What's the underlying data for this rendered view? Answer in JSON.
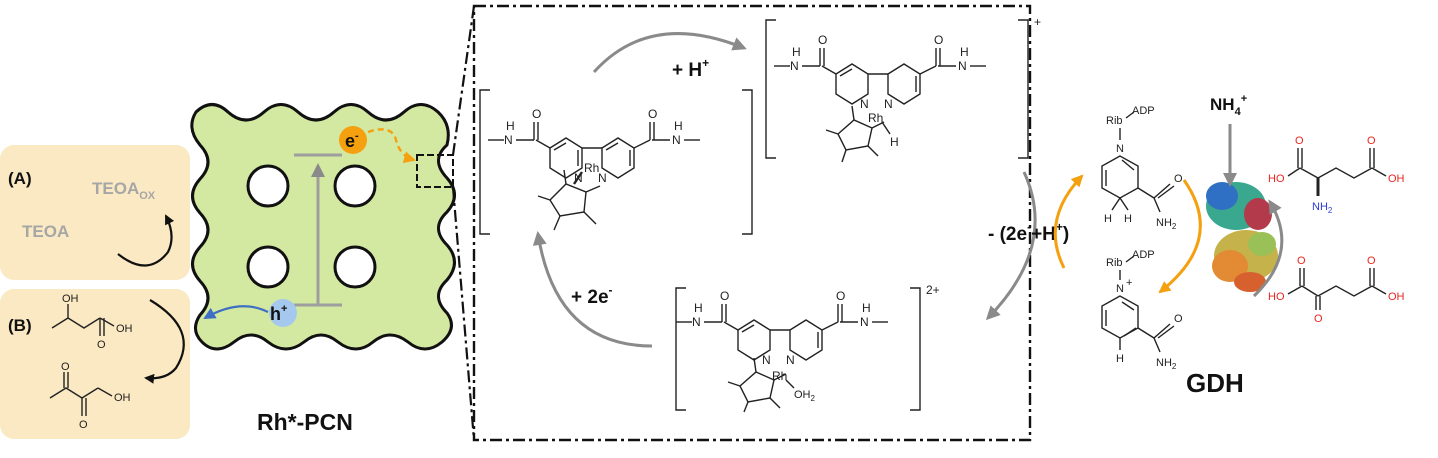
{
  "panel_a": {
    "label": "(A)",
    "donor": "TEOA",
    "product_main": "TEOA",
    "product_sub": "OX"
  },
  "panel_b": {
    "label": "(B)",
    "atom_oh": "OH",
    "atom_o": "O"
  },
  "catalyst": {
    "label": "Rh*-PCN",
    "electron": "e",
    "electron_sup": "-",
    "hole": "h",
    "hole_sup": "+"
  },
  "cycle": {
    "step_h": "+ H",
    "step_h_sup": "+",
    "step_e": "+ 2e",
    "step_e_sup": "-",
    "step_out": "- (2e",
    "step_out_sup1": "-",
    "step_out_mid": "+H",
    "step_out_sup2": "+",
    "step_out_end": ")",
    "charge_plus": "+",
    "charge_2plus": "2+",
    "atoms": {
      "rh": "Rh",
      "n": "N",
      "h": "H",
      "o": "O",
      "oh2": "OH",
      "oh2_sub": "2"
    }
  },
  "enzyme": {
    "label": "GDH",
    "ammonium": "NH",
    "ammonium_sub": "4",
    "ammonium_sup": "+",
    "rib": "Rib",
    "adp": "ADP",
    "nh2": "NH",
    "nh2_sub": "2",
    "ho": "HO",
    "oh": "OH",
    "o": "O",
    "n": "N",
    "h": "H"
  },
  "colors": {
    "beige": "#fae9c2",
    "green": "#d3e9a2",
    "orange": "#f4a00f",
    "blue_dot": "#a5c8ee",
    "grey_arrow": "#8a8a8a",
    "red_atom": "#e8261f",
    "blue_atom": "#2f3bd6"
  }
}
